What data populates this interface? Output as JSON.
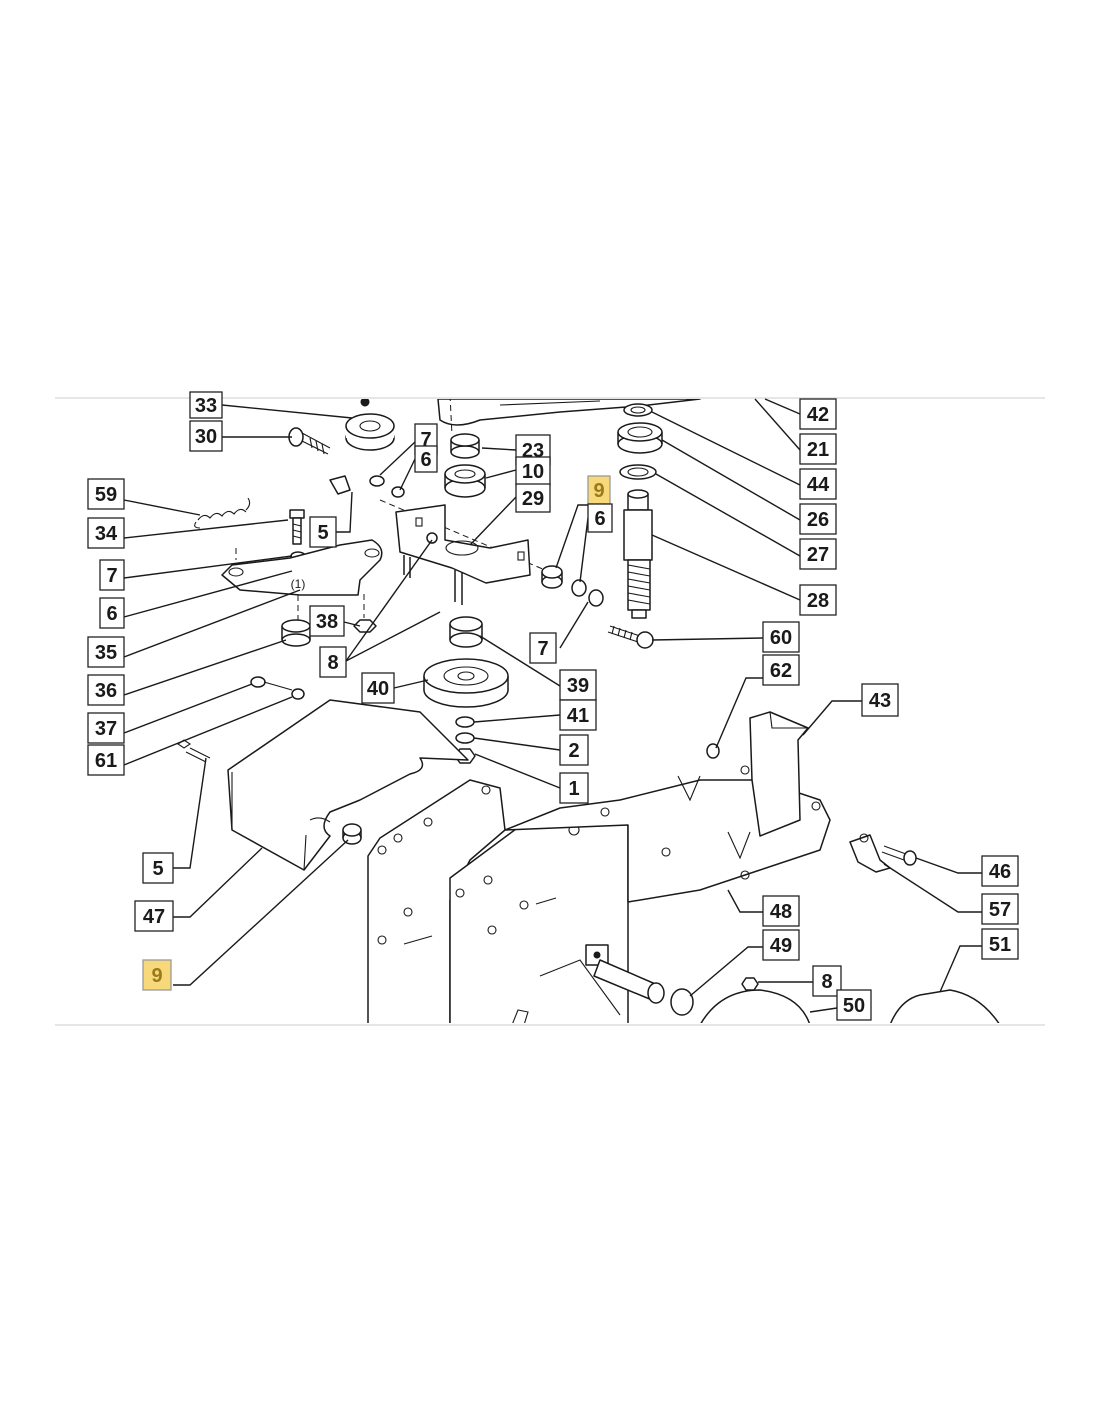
{
  "labels": [
    {
      "id": "33",
      "text": "33",
      "highlighted": false
    },
    {
      "id": "30",
      "text": "30",
      "highlighted": false
    },
    {
      "id": "7a",
      "text": "7",
      "highlighted": false
    },
    {
      "id": "6a",
      "text": "6",
      "highlighted": false
    },
    {
      "id": "23",
      "text": "23",
      "highlighted": false
    },
    {
      "id": "10",
      "text": "10",
      "highlighted": false
    },
    {
      "id": "29",
      "text": "29",
      "highlighted": false
    },
    {
      "id": "59",
      "text": "59",
      "highlighted": false
    },
    {
      "id": "34",
      "text": "34",
      "highlighted": false
    },
    {
      "id": "5a",
      "text": "5",
      "highlighted": false
    },
    {
      "id": "7b",
      "text": "7",
      "highlighted": false
    },
    {
      "id": "6b",
      "text": "6",
      "highlighted": false
    },
    {
      "id": "38",
      "text": "38",
      "highlighted": false
    },
    {
      "id": "35",
      "text": "35",
      "highlighted": false
    },
    {
      "id": "8a",
      "text": "8",
      "highlighted": false
    },
    {
      "id": "36",
      "text": "36",
      "highlighted": false
    },
    {
      "id": "40",
      "text": "40",
      "highlighted": false
    },
    {
      "id": "37",
      "text": "37",
      "highlighted": false
    },
    {
      "id": "61",
      "text": "61",
      "highlighted": false
    },
    {
      "id": "9a",
      "text": "9",
      "highlighted": true
    },
    {
      "id": "6c",
      "text": "6",
      "highlighted": false
    },
    {
      "id": "7c",
      "text": "7",
      "highlighted": false
    },
    {
      "id": "39",
      "text": "39",
      "highlighted": false
    },
    {
      "id": "41",
      "text": "41",
      "highlighted": false
    },
    {
      "id": "2",
      "text": "2",
      "highlighted": false
    },
    {
      "id": "1",
      "text": "1",
      "highlighted": false
    },
    {
      "id": "42",
      "text": "42",
      "highlighted": false
    },
    {
      "id": "21",
      "text": "21",
      "highlighted": false
    },
    {
      "id": "44",
      "text": "44",
      "highlighted": false
    },
    {
      "id": "26",
      "text": "26",
      "highlighted": false
    },
    {
      "id": "27",
      "text": "27",
      "highlighted": false
    },
    {
      "id": "28",
      "text": "28",
      "highlighted": false
    },
    {
      "id": "60",
      "text": "60",
      "highlighted": false
    },
    {
      "id": "62",
      "text": "62",
      "highlighted": false
    },
    {
      "id": "43",
      "text": "43",
      "highlighted": false
    },
    {
      "id": "46",
      "text": "46",
      "highlighted": false
    },
    {
      "id": "57",
      "text": "57",
      "highlighted": false
    },
    {
      "id": "48",
      "text": "48",
      "highlighted": false
    },
    {
      "id": "49",
      "text": "49",
      "highlighted": false
    },
    {
      "id": "51",
      "text": "51",
      "highlighted": false
    },
    {
      "id": "8b",
      "text": "8",
      "highlighted": false
    },
    {
      "id": "50",
      "text": "50",
      "highlighted": false
    },
    {
      "id": "5b",
      "text": "5",
      "highlighted": false
    },
    {
      "id": "47",
      "text": "47",
      "highlighted": false
    },
    {
      "id": "9b",
      "text": "9",
      "highlighted": true
    }
  ],
  "colors": {
    "highlight_fill": "#f7d87a",
    "highlight_text": "#9a7a1a",
    "line": "#1a1a1a"
  }
}
